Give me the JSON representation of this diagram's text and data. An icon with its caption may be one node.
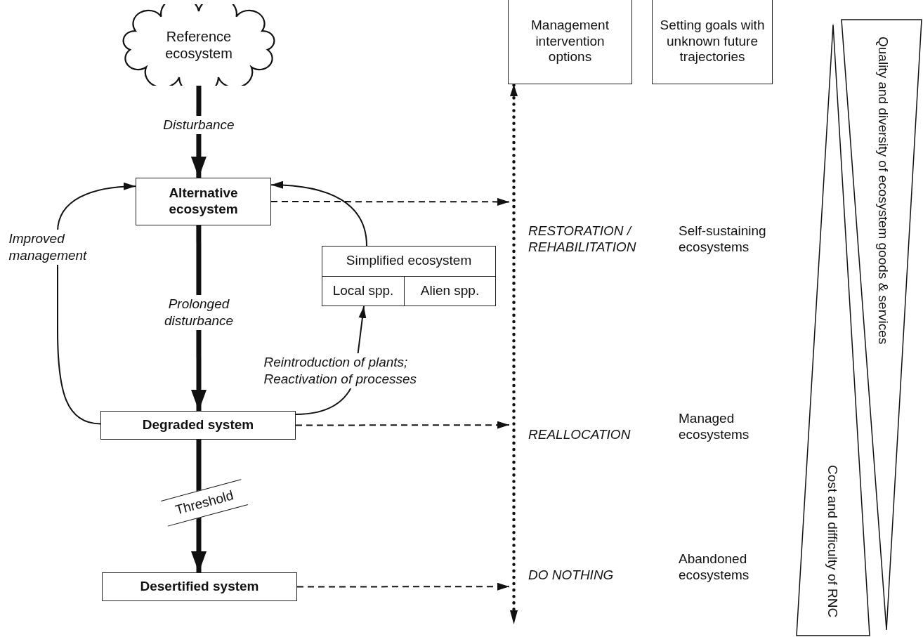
{
  "diagram": {
    "nodes": [
      {
        "text": [
          "Reference ecosystem"
        ]
      },
      {
        "text": [
          "Alternative ecosystem"
        ]
      },
      {
        "text": [
          "Simplified ecosystem",
          "Local spp.",
          "Alien spp."
        ]
      },
      {
        "text": [
          "Degraded system"
        ]
      },
      {
        "text": [
          "Desertified system"
        ]
      },
      {
        "text": [
          "Management intervention options"
        ]
      },
      {
        "text": [
          "Setting goals with unknown future trajectories"
        ]
      },
      {
        "text": [],
        "shape": "line"
      },
      {
        "text": [
          "Quality and diversity of ecosystem goods & services"
        ]
      },
      {
        "text": [
          "Cost and difficulty of RNC"
        ]
      }
    ],
    "edges": [
      {
        "from": 0,
        "to": 1,
        "arrow": "to",
        "label": "Disturbance",
        "style": "thick"
      },
      {
        "from": 1,
        "to": 3,
        "arrow": "to",
        "label": "Prolonged disturbance",
        "style": "thick"
      },
      {
        "from": 3,
        "to": 4,
        "arrow": "to",
        "label": "Threshold",
        "style": "thick"
      },
      {
        "from": 3,
        "to": 1,
        "arrow": "to",
        "label": "Improved management"
      },
      {
        "from": 3,
        "to": 2,
        "arrow": "to",
        "label": "Reintroduction of plants; Reactivation of processes"
      },
      {
        "from": 2,
        "to": 1,
        "arrow": "to"
      },
      {
        "from": 1,
        "to": 7,
        "arrow": "to",
        "style": "dashed"
      },
      {
        "from": 3,
        "to": 7,
        "arrow": "to",
        "style": "dashed"
      },
      {
        "from": 4,
        "to": 7,
        "arrow": "to",
        "style": "dashed"
      },
      {
        "from": 7,
        "to": 5,
        "arrow": "to",
        "style": "dashed"
      }
    ],
    "labels": [
      "RESTORATION / REHABILITATION",
      "Self-sustaining ecosystems",
      "REALLOCATION",
      "Managed ecosystems",
      "DO NOTHING",
      "Abandoned ecosystems"
    ]
  }
}
